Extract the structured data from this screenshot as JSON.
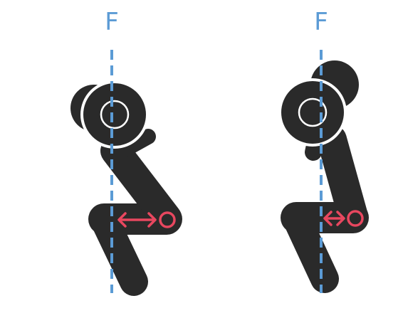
{
  "figures": [
    {
      "force_label": "F",
      "variant": "long-moment-arm"
    },
    {
      "force_label": "F",
      "variant": "short-moment-arm"
    }
  ],
  "colors": {
    "body": "#2a2a2a",
    "force_line": "#5b9bd5",
    "moment_arm": "#e8475f",
    "plate_ring": "#ffffff"
  },
  "icons": [
    "barbell-plate-icon",
    "head-icon",
    "hip-joint-icon",
    "double-arrow-icon"
  ]
}
